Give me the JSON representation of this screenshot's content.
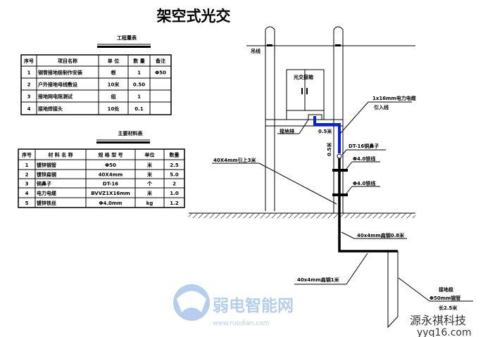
{
  "title": "架空式光交",
  "works_table": {
    "title": "工程量表",
    "headers": [
      "序号",
      "项目名称",
      "单 位",
      "数 量",
      "备注"
    ],
    "rows": [
      [
        "1",
        "钢管接地极制作安装",
        "根",
        "1",
        "Φ50"
      ],
      [
        "2",
        "户外接地母线敷设",
        "10米",
        "0.50",
        ""
      ],
      [
        "3",
        "接地网电阻测试",
        "组",
        "1",
        ""
      ],
      [
        "4",
        "接地焊接头",
        "10处",
        "0.1",
        ""
      ]
    ]
  },
  "materials_table": {
    "title": "主要材料表",
    "headers": [
      "序号",
      "材 料 名 称",
      "规 格 型 号",
      "单位",
      "数量"
    ],
    "rows": [
      [
        "1",
        "镀锌钢管",
        "Φ50",
        "米",
        "2.5"
      ],
      [
        "2",
        "镀锌扁钢",
        "40X4mm",
        "米",
        "5.0"
      ],
      [
        "3",
        "铜鼻子",
        "DT-16",
        "个",
        "2"
      ],
      [
        "4",
        "电力电缆",
        "BVVZ1X16mm",
        "米",
        "1.0"
      ],
      [
        "5",
        "镀锌铁丝",
        "Φ4.0mm",
        "kg",
        "1.2"
      ]
    ]
  },
  "labels": {
    "messenger": "吊线",
    "cabinet": "光交接箱",
    "ground_bar": "接地排",
    "cable": "1x16mm电力电缆",
    "lead_in": "引入线",
    "dim_h": "0.5米",
    "dim_v": "0.5米",
    "lug": "DT-16铜鼻子",
    "wire1": "Φ4.0铁线",
    "wire2": "Φ4.0铁线",
    "flat_up": "40X4mm引上3米",
    "flat_08": "40x4mm扁钢0.8米",
    "flat_1": "40x4mm扁钢1米",
    "rod1": "接地极",
    "rod2": "Φ50mm钢管",
    "rod3": "长2.5米"
  },
  "watermark": {
    "site1": "弱电智能网",
    "site1_url": "www.ruodian.com",
    "brand": "源永祺科技",
    "brand_url": "yyq16.com"
  },
  "colors": {
    "cable": "#0a1ee6",
    "watermark": "#a9c6e8"
  }
}
